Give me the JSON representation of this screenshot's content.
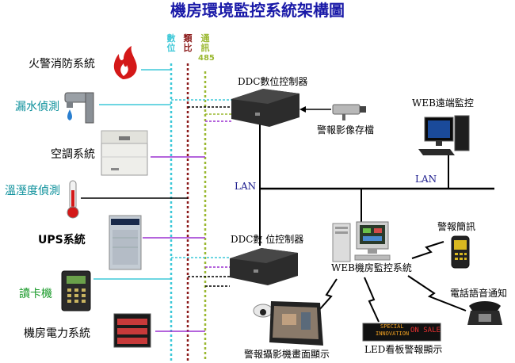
{
  "title": "機房環境監控系統架構圖",
  "bus_headers": {
    "digital": "數位",
    "analog": "類比",
    "comm": "通訊",
    "comm_num": "485"
  },
  "subsystems": {
    "fire": "火警消防系統",
    "leak": "漏水偵測",
    "hvac": "空調系統",
    "temp": "溫溼度偵測",
    "ups": "UPS系統",
    "card": "讀卡機",
    "power": "機房電力系統"
  },
  "controllers": {
    "top": "DDC數位控制器",
    "bottom": "DDC數 位控制器"
  },
  "camera_storage": "警報影像存檔",
  "web_remote": "WEB遠端監控",
  "lan_left": "LAN",
  "lan_right": "LAN",
  "web_system": "WEB機房監控系統",
  "sms": "警報簡訊",
  "phone": "電話語音通知",
  "cctv": "警報攝影機畫面顯示",
  "led_display": "LED看板警報顯示",
  "led_text": {
    "line1": "SPECIAL",
    "line2": "INNOVATION",
    "line3": "ON SALE"
  },
  "colors": {
    "title": "#1a1aa8",
    "digital_bus": "#3ec8d8",
    "analog_bus": "#8b1a1a",
    "comm_bus": "#9ab830",
    "purple_link": "#9b30d0",
    "lan": "#000000",
    "label_teal": "#0a8f9a",
    "label_green": "#1a9a2a"
  }
}
